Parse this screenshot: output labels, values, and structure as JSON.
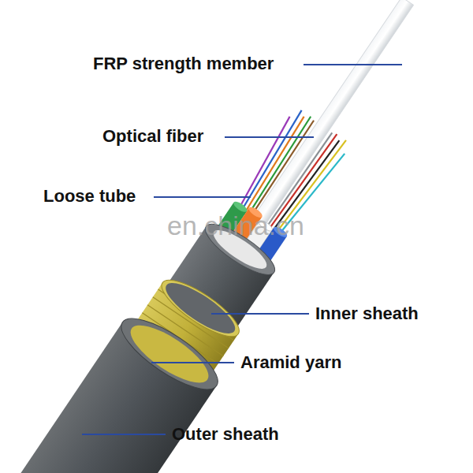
{
  "diagram": {
    "labels": [
      "FRP strength member",
      "Optical fiber",
      "Loose tube",
      "Inner sheath",
      "Aramid yarn",
      "Outer sheath",
      "en.china.cn"
    ]
  }
}
